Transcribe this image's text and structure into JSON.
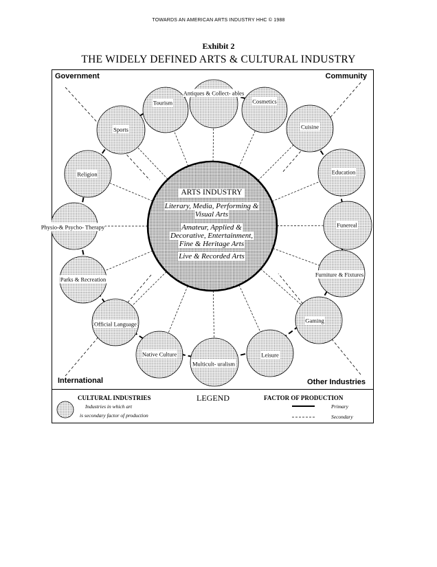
{
  "header": "TOWARDS AN AMERICAN ARTS INDUSTRY  HHC  ©  1988",
  "exhibit": "Exhibit 2",
  "title": "THE WIDELY DEFINED ARTS & CULTURAL INDUSTRY",
  "corners": {
    "top_left": "Government",
    "top_right": "Community",
    "bottom_left": "International",
    "bottom_right": "Other Industries"
  },
  "core": {
    "title": "ARTS INDUSTRY",
    "item1": "Literary, Media, Performing & Visual Arts",
    "item2": "Amateur, Applied & Decorative, Entertainment, Fine & Heritage Arts",
    "item3": "Live & Recorded Arts"
  },
  "nodes": [
    {
      "label": "Antiques & Collect- ables"
    },
    {
      "label": "Cosmetics"
    },
    {
      "label": "Cuisine"
    },
    {
      "label": "Education"
    },
    {
      "label": "Funereal"
    },
    {
      "label": "Furniture & Fixtures"
    },
    {
      "label": "Gaming"
    },
    {
      "label": "Leisure"
    },
    {
      "label": "Multicult- uralism"
    },
    {
      "label": "Native Culture"
    },
    {
      "label": "Official Language"
    },
    {
      "label": "Parks & Recreation"
    },
    {
      "label": "Physio-& Psycho- Therapy"
    },
    {
      "label": "Religion"
    },
    {
      "label": "Sports"
    },
    {
      "label": "Tourism"
    }
  ],
  "legend": {
    "cultural_title": "CULTURAL INDUSTRIES",
    "cultural_line1": "Industries in which art",
    "cultural_line2": "is secondary factor of production",
    "legend_title": "LEGEND",
    "factor_title": "FACTOR OF PRODUCTION",
    "primary": "Primary",
    "secondary": "Secondary"
  }
}
